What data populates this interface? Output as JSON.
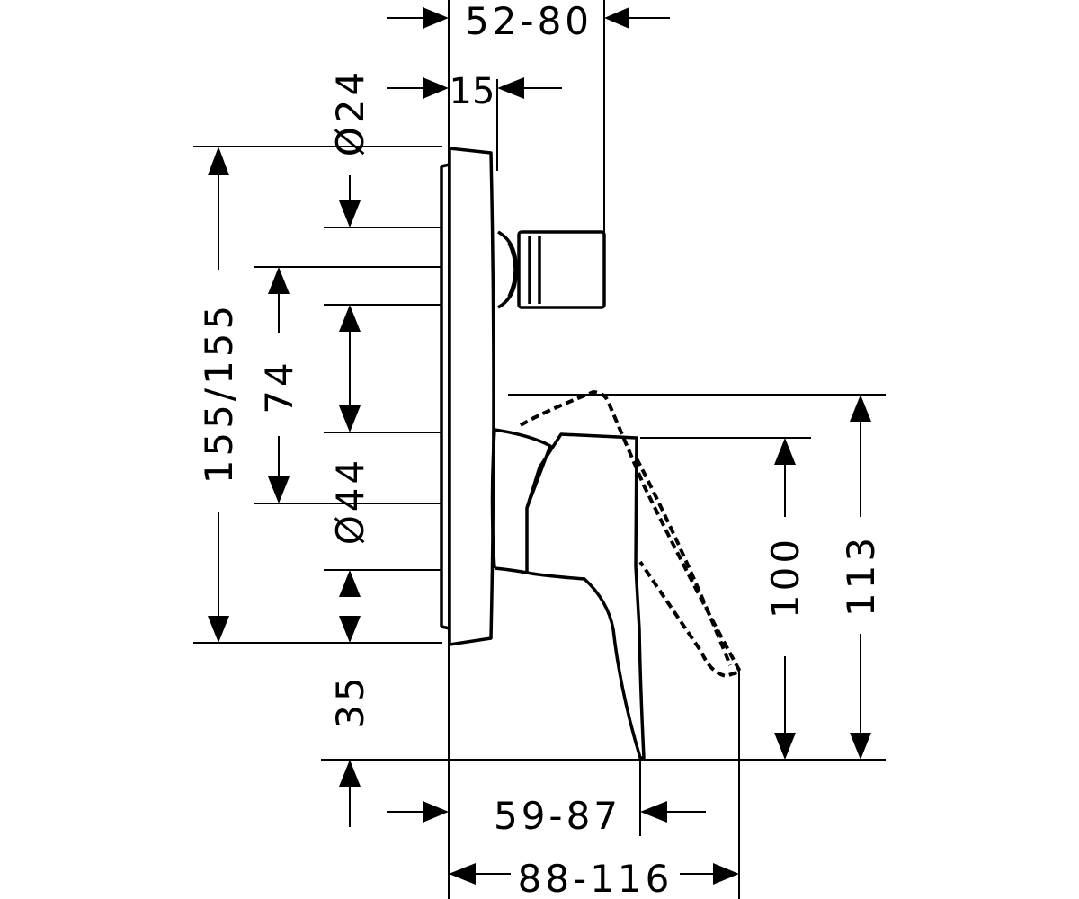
{
  "dimensions": {
    "top_width": "52-80",
    "depth": "15",
    "port_diameter": "Ø24",
    "plate_height": "155/155",
    "center_offset": "74",
    "body_diameter": "Ø44",
    "bottom_offset": "35",
    "lever_height": "100",
    "lever_height_max": "113",
    "projection": "59-87",
    "total_projection": "88-116"
  },
  "colors": {
    "line": "#000000",
    "background": "#ffffff"
  }
}
